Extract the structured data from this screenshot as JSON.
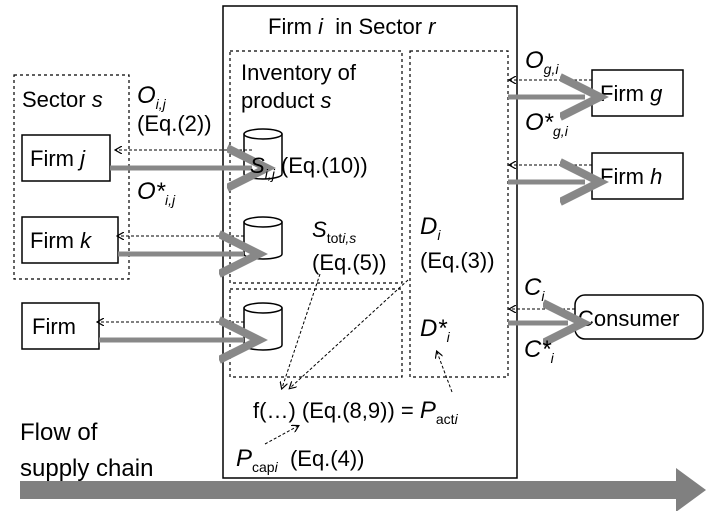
{
  "firm_box": {
    "title_prefix": "Firm ",
    "title_i": "i",
    "title_mid": "  in Sector ",
    "title_r": "r"
  },
  "inventory": {
    "line1": "Inventory of",
    "line2_prefix": "product ",
    "line2_s": "s"
  },
  "sector_s": {
    "prefix": "Sector ",
    "s": "s"
  },
  "firm_j": {
    "prefix": "Firm ",
    "j": "j"
  },
  "firm_k": {
    "prefix": "Firm ",
    "k": "k"
  },
  "firm_plain": "Firm",
  "firm_g": {
    "prefix": "Firm ",
    "g": "g"
  },
  "firm_h": {
    "prefix": "Firm ",
    "h": "h"
  },
  "consumer": "Consumer",
  "labels": {
    "O": "O",
    "O_ij_sub": "i,j",
    "eq2": "(Eq.(2))",
    "S": "S",
    "S_ij_sub": "i,j",
    "eq10": " (Eq.(10))",
    "Ostar_ij": "O*",
    "Ostar_ij_sub": "i,j",
    "Stot": "S",
    "Stot_sub_a": "tot",
    "Stot_sub_b": "i,s",
    "eq5": "(Eq.(5))",
    "D": "D",
    "D_sub": "i",
    "eq3": "(Eq.(3))",
    "O_gi": "O",
    "O_gi_sub": "g,i",
    "Ostar_gi": "O*",
    "Ostar_gi_sub": "g,i",
    "C": "C",
    "C_sub": "i",
    "Cstar": "C*",
    "Cstar_sub": "i",
    "Dstar": "D*",
    "Dstar_sub": "i",
    "f_expr": "f(…) (Eq.(8,9)) = ",
    "Pact": "P",
    "Pact_sub": "act",
    "Pact_sub_i": "i",
    "Pcap": "P",
    "Pcap_sub": "cap",
    "Pcap_sub_i": "i",
    "eq4": "  (Eq.(4))"
  },
  "flow": {
    "line1": "Flow of",
    "line2": "supply chain"
  },
  "colors": {
    "thick_arrow": "#888888",
    "flow_arrow": "#808080"
  }
}
